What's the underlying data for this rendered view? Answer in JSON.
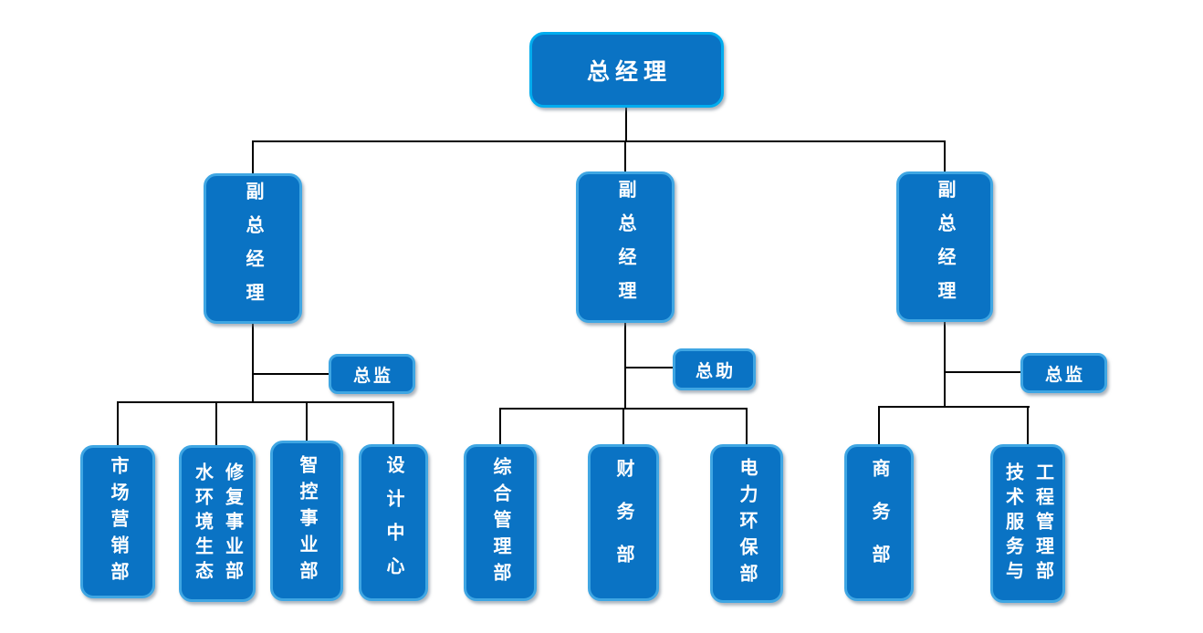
{
  "colors": {
    "box_fill": "#0a73c4",
    "box_border": "#3fa6e3",
    "root_border": "#00acee",
    "connector_line": "#000000",
    "text": "#ffffff"
  },
  "nodes": {
    "root": {
      "label": "总经理"
    },
    "deputy_left": {
      "label": "副总经理"
    },
    "deputy_mid": {
      "label": "副总经理"
    },
    "deputy_right": {
      "label": "副总经理"
    },
    "staff_left": {
      "label": "总监"
    },
    "staff_mid": {
      "label": "总助"
    },
    "staff_right": {
      "label": "总监"
    },
    "dept_marketing": {
      "label": "市场营销部"
    },
    "dept_water_eco": {
      "label": "水环境生态修复事业部",
      "lines": [
        "水环境生态",
        "修复事业部"
      ]
    },
    "dept_intelligent_control": {
      "label": "智控事业部"
    },
    "dept_design_center": {
      "label": "设计中心"
    },
    "dept_general_admin": {
      "label": "综合管理部"
    },
    "dept_finance": {
      "label": "财务部"
    },
    "dept_power_env": {
      "label": "电力环保部"
    },
    "dept_commerce": {
      "label": "商务部"
    },
    "dept_tech_service_eng": {
      "label": "技术服务与工程管理部",
      "lines": [
        "技术服务与",
        "工程管理部"
      ]
    }
  }
}
